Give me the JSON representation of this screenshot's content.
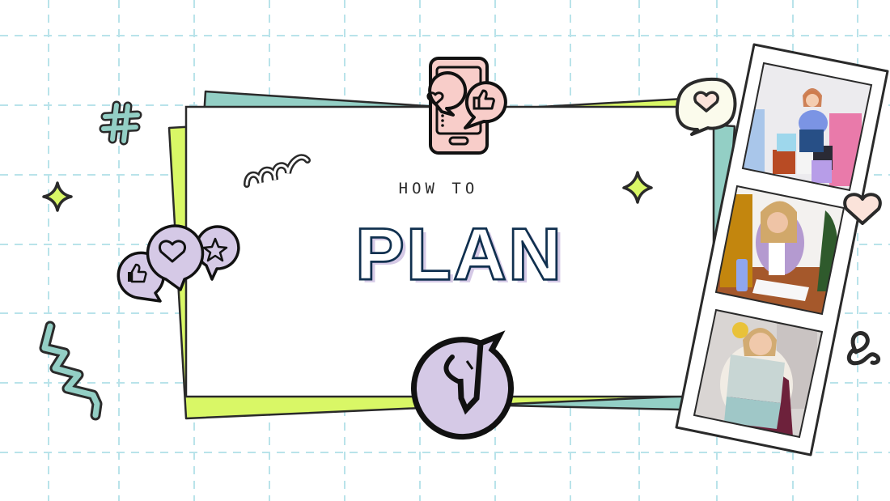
{
  "title": {
    "kicker": "HOW TO",
    "headline": "PLAN"
  },
  "colors": {
    "grid": "#b9e3ea",
    "teal": "#93cfc5",
    "lime": "#d9f766",
    "lavender": "#d5c9e6",
    "pink": "#f8cdc9",
    "cream": "#fbfbec",
    "peach": "#fbe3da",
    "navy": "#10304f",
    "outline": "#2a2a2a"
  },
  "photos": [
    {
      "alt": "Woman in blue sweater sitting among colorful notebooks and boxes"
    },
    {
      "alt": "Woman in purple plaid blazer at desk with planner and pen"
    },
    {
      "alt": "Smiling woman holding up a teal notebook"
    }
  ],
  "icons": [
    "phone-social-icon",
    "heart-bubble-icon",
    "thumbs-up-bubble-icon",
    "star-bubble-icon",
    "hashtag-icon",
    "sparkle-icon",
    "squiggle-icon",
    "zigzag-icon",
    "logo-badge-icon",
    "heart-icon",
    "loop-doodle-icon"
  ]
}
